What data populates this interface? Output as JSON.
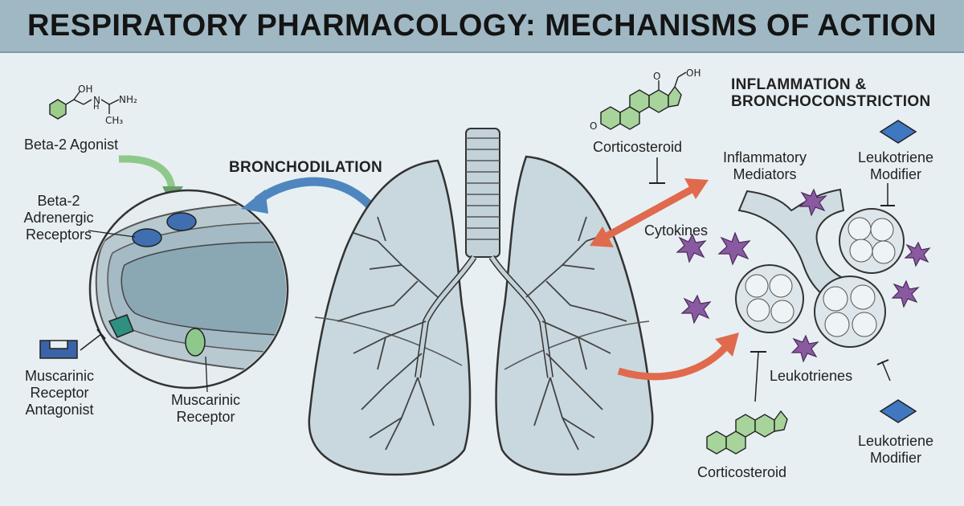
{
  "title": "RESPIRATORY PHARMACOLOGY: MECHANISMS OF ACTION",
  "labels": {
    "beta2_agonist": "Beta-2 Agonist",
    "beta2_receptors_line1": "Beta-2",
    "beta2_receptors_line2": "Adrenergic",
    "beta2_receptors_line3": "Receptors",
    "bronchodilation": "BRONCHODILATION",
    "muscarinic_antagonist_line1": "Muscarinic",
    "muscarinic_antagonist_line2": "Receptor",
    "muscarinic_antagonist_line3": "Antagonist",
    "muscarinic_receptor_line1": "Muscarinic",
    "muscarinic_receptor_line2": "Receptor",
    "corticosteroid_top": "Corticosteroid",
    "corticosteroid_bottom": "Corticosteroid",
    "inflammation_line1": "INFLAMMATION &",
    "inflammation_line2": "BRONCHOCONSTRICTION",
    "inflammatory_mediators_line1": "Inflammatory",
    "inflammatory_mediators_line2": "Mediators",
    "leukotriene_modifier_top_line1": "Leukotriene",
    "leukotriene_modifier_top_line2": "Modifier",
    "cytokines": "Cytokines",
    "leukotrienes": "Leukotrienes",
    "leukotriene_modifier_bottom_line1": "Leukotriene",
    "leukotriene_modifier_bottom_line2": "Modifier"
  },
  "chem": {
    "oh": "OH",
    "nh": "N",
    "h": "H",
    "nh2": "NH₂",
    "ch3": "CH₃",
    "steroid_oh": "OH",
    "steroid_o": "O",
    "steroid_ketone": "O"
  },
  "colors": {
    "title_bg": "#9fb8c4",
    "receptor_blue": "#3f6fb0",
    "muscarinic_green": "#8ec98b",
    "antagonist_blue": "#3b63a8",
    "cytokine_purple": "#8a5aa0",
    "arrow_blue": "#4f86c0",
    "arrow_orange": "#e06a4d",
    "steroid_green": "#a7d49b"
  }
}
